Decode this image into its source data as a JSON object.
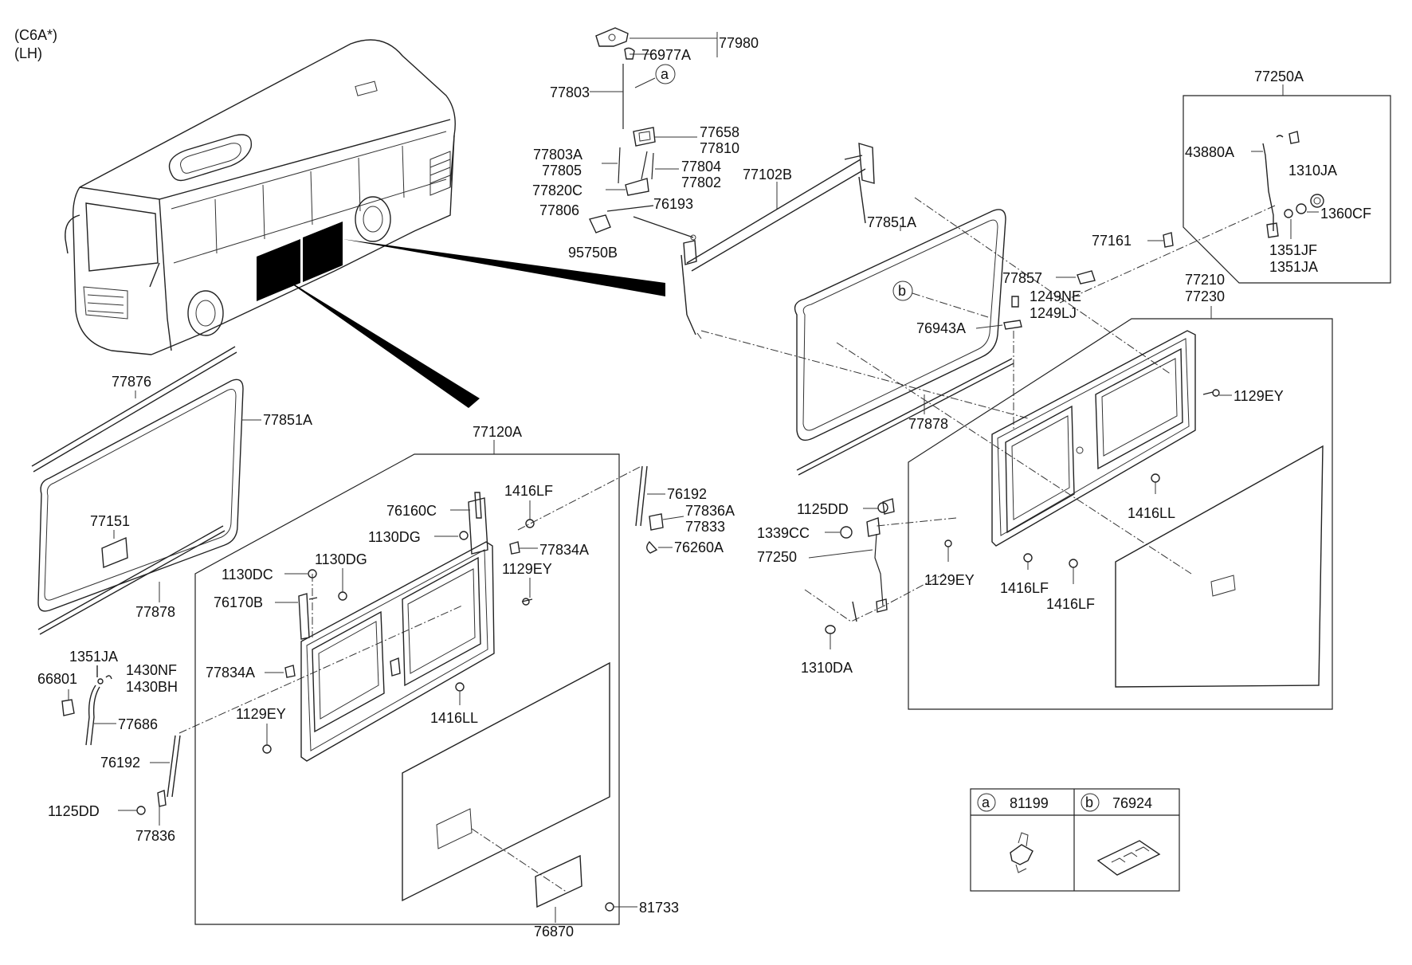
{
  "header": {
    "model": "(C6A*)",
    "side": "(LH)"
  },
  "labels": {
    "p77980": "77980",
    "p76977A": "76977A",
    "p77803": "77803",
    "p77658": "77658",
    "p77810": "77810",
    "p77803A": "77803A",
    "p77805": "77805",
    "p77804": "77804",
    "p77802": "77802",
    "p77820C": "77820C",
    "p77806": "77806",
    "p76193": "76193",
    "p95750B": "95750B",
    "p77102B": "77102B",
    "p77851A_top": "77851A",
    "p77250A": "77250A",
    "p43880A": "43880A",
    "p1310JA": "1310JA",
    "p1360CF": "1360CF",
    "p77161": "77161",
    "p1351JF": "1351JF",
    "p1351JA_r": "1351JA",
    "p77857": "77857",
    "p1249NE": "1249NE",
    "p1249LJ": "1249LJ",
    "p77210": "77210",
    "p77230": "77230",
    "p76943A": "76943A",
    "p77878_top": "77878",
    "p1129EY_r1": "1129EY",
    "p1416LL_r": "1416LL",
    "p1125DD_mid": "1125DD",
    "p1339CC": "1339CC",
    "p77250": "77250",
    "p1129EY_r2": "1129EY",
    "p1416LF_r1": "1416LF",
    "p1416LF_r2": "1416LF",
    "p1310DA": "1310DA",
    "p77876": "77876",
    "p77851A_left": "77851A",
    "p77151": "77151",
    "p77878_left": "77878",
    "p77120A": "77120A",
    "p76160C": "76160C",
    "p1416LF_l": "1416LF",
    "p1130DG_1": "1130DG",
    "p1130DG_2": "1130DG",
    "p1130DC": "1130DC",
    "p77834A_1": "77834A",
    "p1129EY_l1": "1129EY",
    "p76170B": "76170B",
    "p77834A_2": "77834A",
    "p1416LL_l": "1416LL",
    "p1129EY_l2": "1129EY",
    "p76192_1": "76192",
    "p77836A": "77836A",
    "p77833": "77833",
    "p76260A": "76260A",
    "p1351JA_l": "1351JA",
    "p1430NF": "1430NF",
    "p1430BH": "1430BH",
    "p66801": "66801",
    "p77686": "77686",
    "p76192_2": "76192",
    "p1125DD_l": "1125DD",
    "p77836": "77836",
    "p76870": "76870",
    "p81733": "81733"
  },
  "callouts": {
    "a": "a",
    "b": "b"
  },
  "legend": {
    "a_letter": "a",
    "a_part": "81199",
    "b_letter": "b",
    "b_part": "76924"
  }
}
